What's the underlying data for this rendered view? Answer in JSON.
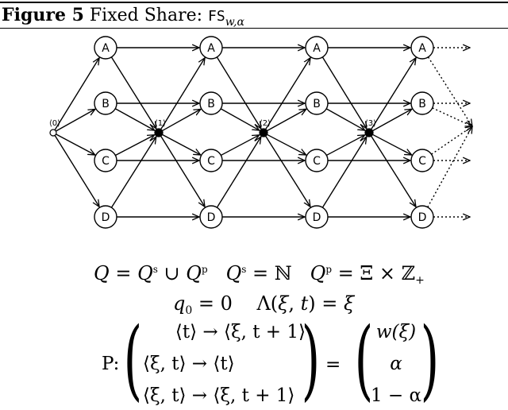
{
  "caption": {
    "figure_label": "Figure 5",
    "title": "Fixed Share:",
    "algorithm": "FS",
    "algorithm_subscript": "w,α"
  },
  "diagram": {
    "nodes": {
      "A": "A",
      "B": "B",
      "C": "C",
      "D": "D"
    },
    "hub_labels": [
      "⟨0⟩",
      "⟨1⟩",
      "⟨2⟩",
      "⟨3⟩"
    ]
  },
  "formulas": {
    "line1": {
      "Q": "Q",
      "eq": " = ",
      "Qs": "Q",
      "s": "s",
      "cup": " ∪ ",
      "Qp": "Q",
      "p": "p",
      "gap1": "   ",
      "Qs2": "Q",
      "s2": "s",
      "eq2": " = ℕ",
      "gap2": "   ",
      "Qp2": "Q",
      "p2": "p",
      "eq3": " = Ξ × ℤ",
      "plus": "+"
    },
    "line2": {
      "q": "q",
      "zero_sub": "0",
      "eq": " = 0",
      "gap": "    ",
      "lambda": "Λ(",
      "xi": "ξ",
      "comma": ", ",
      "t": "t",
      "close": ") = ",
      "xi2": "ξ"
    },
    "matrix": {
      "prefix": "P:",
      "left_rows": [
        "⟨t⟩ → ⟨ξ, t + 1⟩",
        "⟨ξ, t⟩ → ⟨t⟩",
        "⟨ξ, t⟩ → ⟨ξ, t + 1⟩"
      ],
      "equals": "=",
      "right_rows": [
        "w(ξ)",
        "α",
        "1 − α"
      ]
    }
  }
}
